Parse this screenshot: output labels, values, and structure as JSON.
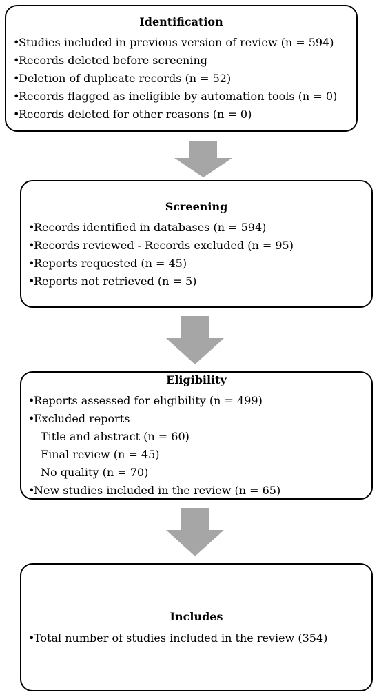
{
  "stages": [
    {
      "title": "Identification",
      "items": [
        {
          "text": "Studies included in previous version of review (n = 594)",
          "bullet": true
        },
        {
          "text": "Records deleted before screening",
          "bullet": true
        },
        {
          "text": "Deletion of duplicate records (n = 52)",
          "bullet": true
        },
        {
          "text": "Records flagged as ineligible by automation tools (n = 0)",
          "bullet": true
        },
        {
          "text": "Records deleted for other reasons (n = 0)",
          "bullet": true
        }
      ]
    },
    {
      "title": "Screening",
      "items": [
        {
          "text": "Records identified in databases (n = 594)",
          "bullet": true
        },
        {
          "text": "Records reviewed - Records excluded (n = 95)",
          "bullet": true
        },
        {
          "text": "Reports requested (n = 45)",
          "bullet": true
        },
        {
          "text": "Reports not retrieved (n = 5)",
          "bullet": true
        }
      ]
    },
    {
      "title": "Eligibility",
      "items": [
        {
          "text": "Reports assessed for eligibility (n = 499)",
          "bullet": true
        },
        {
          "text": "Excluded reports",
          "bullet": true
        },
        {
          "text": "Title and abstract (n = 60)",
          "bullet": false
        },
        {
          "text": "Final review (n = 45)",
          "bullet": false
        },
        {
          "text": "No quality (n = 70)",
          "bullet": false
        },
        {
          "text": "New studies included in the review (n = 65)",
          "bullet": true
        }
      ]
    },
    {
      "title": "Includes",
      "items": [
        {
          "text": "Total number of studies included in the review (354)",
          "bullet": true
        }
      ]
    }
  ],
  "bullet_glyph": "•",
  "colors": {
    "border": "#000000",
    "arrow": "#a6a6a6",
    "background": "#ffffff"
  }
}
